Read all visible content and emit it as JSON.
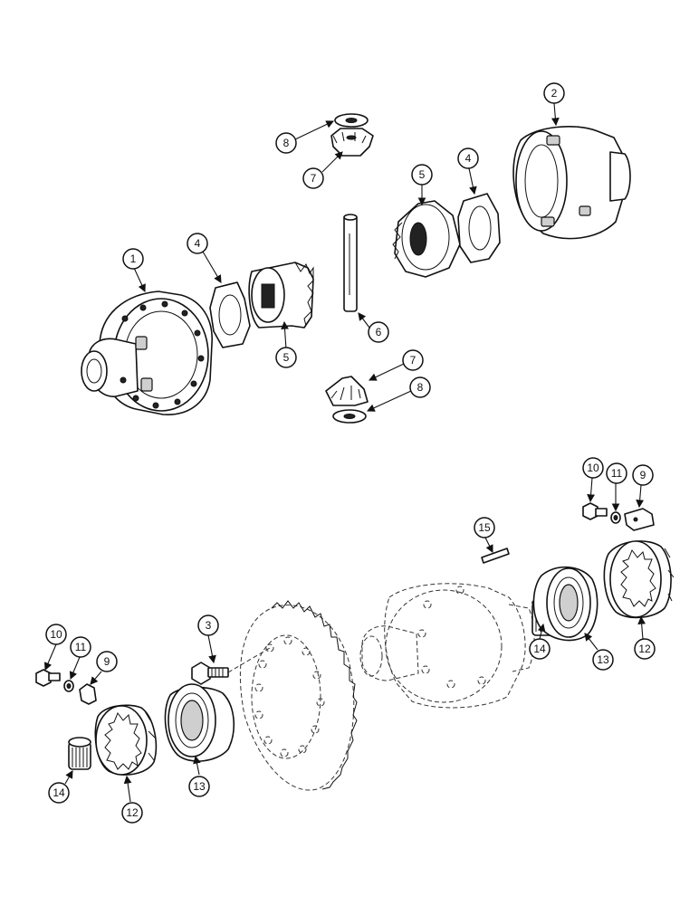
{
  "callouts": {
    "c1": "1",
    "c2": "2",
    "c3": "3",
    "c4a": "4",
    "c4b": "4",
    "c5a": "5",
    "c5b": "5",
    "c6": "6",
    "c7a": "7",
    "c7b": "7",
    "c8a": "8",
    "c8b": "8",
    "c9a": "9",
    "c9b": "9",
    "c10a": "10",
    "c10b": "10",
    "c11a": "11",
    "c11b": "11",
    "c12a": "12",
    "c12b": "12",
    "c13a": "13",
    "c13b": "13",
    "c14a": "14",
    "c14b": "14",
    "c15": "15"
  }
}
